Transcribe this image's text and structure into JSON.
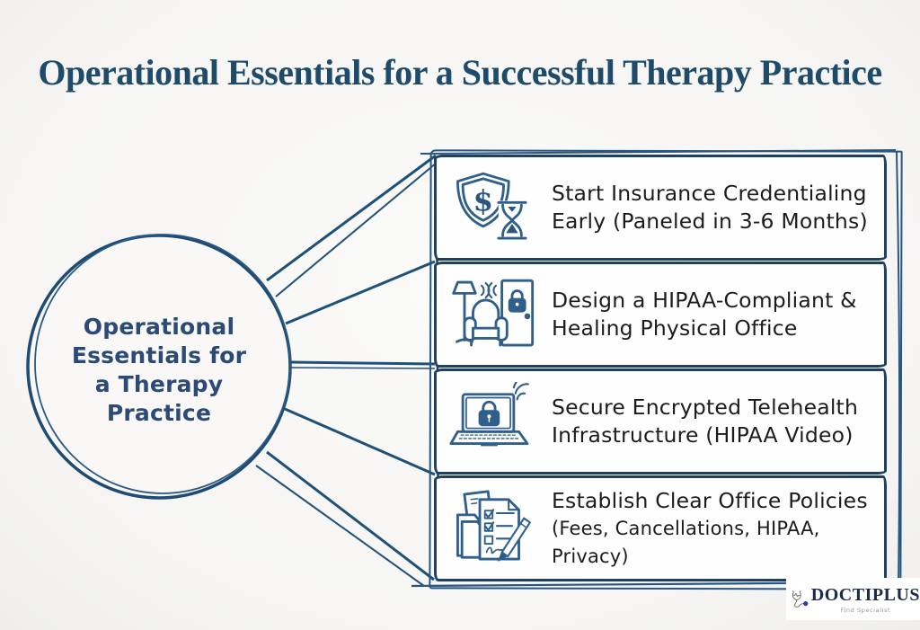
{
  "title": "Operational Essentials for a Successful Therapy Practice",
  "center_node": {
    "lines": [
      "Operational",
      "Essentials for",
      "a Therapy",
      "Practice"
    ]
  },
  "items": [
    {
      "icon": "shield-dollar-hourglass-icon",
      "line1": "Start Insurance Credentialing",
      "line2": "Early (Paneled in 3-6 Months)"
    },
    {
      "icon": "therapy-office-room-icon",
      "line1": "Design a HIPAA-Compliant &",
      "line2": "Healing Physical Office"
    },
    {
      "icon": "laptop-encrypted-lock-icon",
      "line1": "Secure Encrypted Telehealth",
      "line2": "Infrastructure (HIPAA Video)"
    },
    {
      "icon": "policy-documents-pen-icon",
      "line1": "Establish Clear Office Policies",
      "line2": "(Fees, Cancellations, HIPAA, Privacy)"
    }
  ],
  "logo": {
    "brand": "DOCTIPLUS",
    "tagline": "Find Specialist"
  },
  "colors": {
    "background": "#f7f6f4",
    "title_text": "#1d4b69",
    "center_text": "#2b4a76",
    "outline_navy": "#1f4060",
    "connector_blue": "#1f5078",
    "icon_stroke": "#2f5f8a",
    "box_text": "#1c1c1e",
    "logo_navy": "#1a2b4e",
    "logo_dot_blue": "#2a3f9e"
  }
}
